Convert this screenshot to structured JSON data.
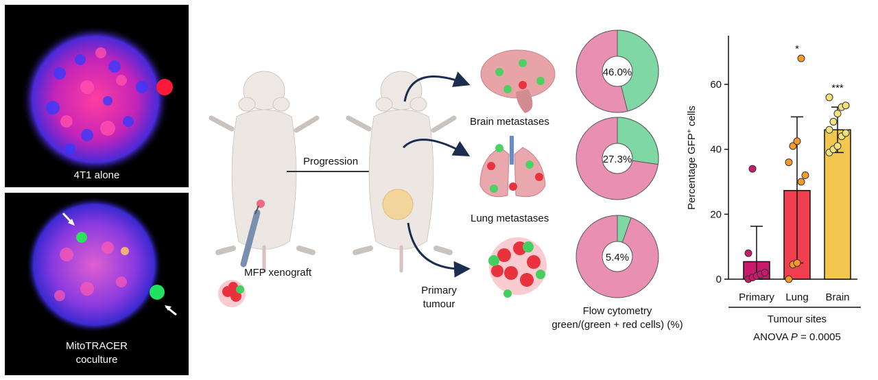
{
  "micrographs": {
    "top_label": "4T1 alone",
    "bottom_label_line1": "MitoTRACER",
    "bottom_label_line2": "coculture"
  },
  "schematic": {
    "progression_label": "Progression",
    "injection_label": "MFP xenograft",
    "brain_label": "Brain metastases",
    "lung_label": "Lung metastases",
    "primary_label_line1": "Primary",
    "primary_label_line2": "tumour",
    "flow_label_line1": "Flow cytometry",
    "flow_label_line2": "green/(green + red cells) (%)"
  },
  "colors": {
    "pie_pink": "#e98fb2",
    "pie_green": "#7fd8a4",
    "primary_bar": "#c8196b",
    "lung_bar": "#f0404f",
    "brain_bar": "#f3c74f",
    "arrow": "#1b2e4f"
  },
  "chart_data": [
    {
      "type": "pie",
      "slices": [
        {
          "label": "Brain",
          "green_percent": 46.0,
          "text": "46.0%"
        },
        {
          "label": "Lung",
          "green_percent": 27.3,
          "text": "27.3%"
        },
        {
          "label": "Primary",
          "green_percent": 5.4,
          "text": "5.4%"
        }
      ]
    },
    {
      "type": "bar",
      "categories": [
        "Primary",
        "Lung",
        "Brain"
      ],
      "values": [
        5.4,
        27.3,
        46.0
      ],
      "error_upper": [
        16.3,
        50.0,
        53.0
      ],
      "error_lower": [
        0,
        5,
        39
      ],
      "points": [
        [
          0,
          0.5,
          1,
          1.5,
          2,
          8,
          34
        ],
        [
          0,
          4.5,
          5,
          30,
          32,
          36,
          41,
          42.5,
          68
        ],
        [
          39,
          40,
          41,
          44,
          45,
          46,
          48.5,
          51,
          53,
          53.5,
          56
        ]
      ],
      "significance": [
        "",
        "*",
        "***"
      ],
      "ylabel_main": "Percentage GFP",
      "ylabel_sup": "+",
      "ylabel_tail": " cells",
      "yticks": [
        0,
        20,
        40,
        60
      ],
      "ylim": [
        0,
        75
      ],
      "xlabel": "Tumour sites",
      "stat_prefix": "ANOVA ",
      "stat_p": "P",
      "stat_suffix": " = 0.0005"
    }
  ]
}
